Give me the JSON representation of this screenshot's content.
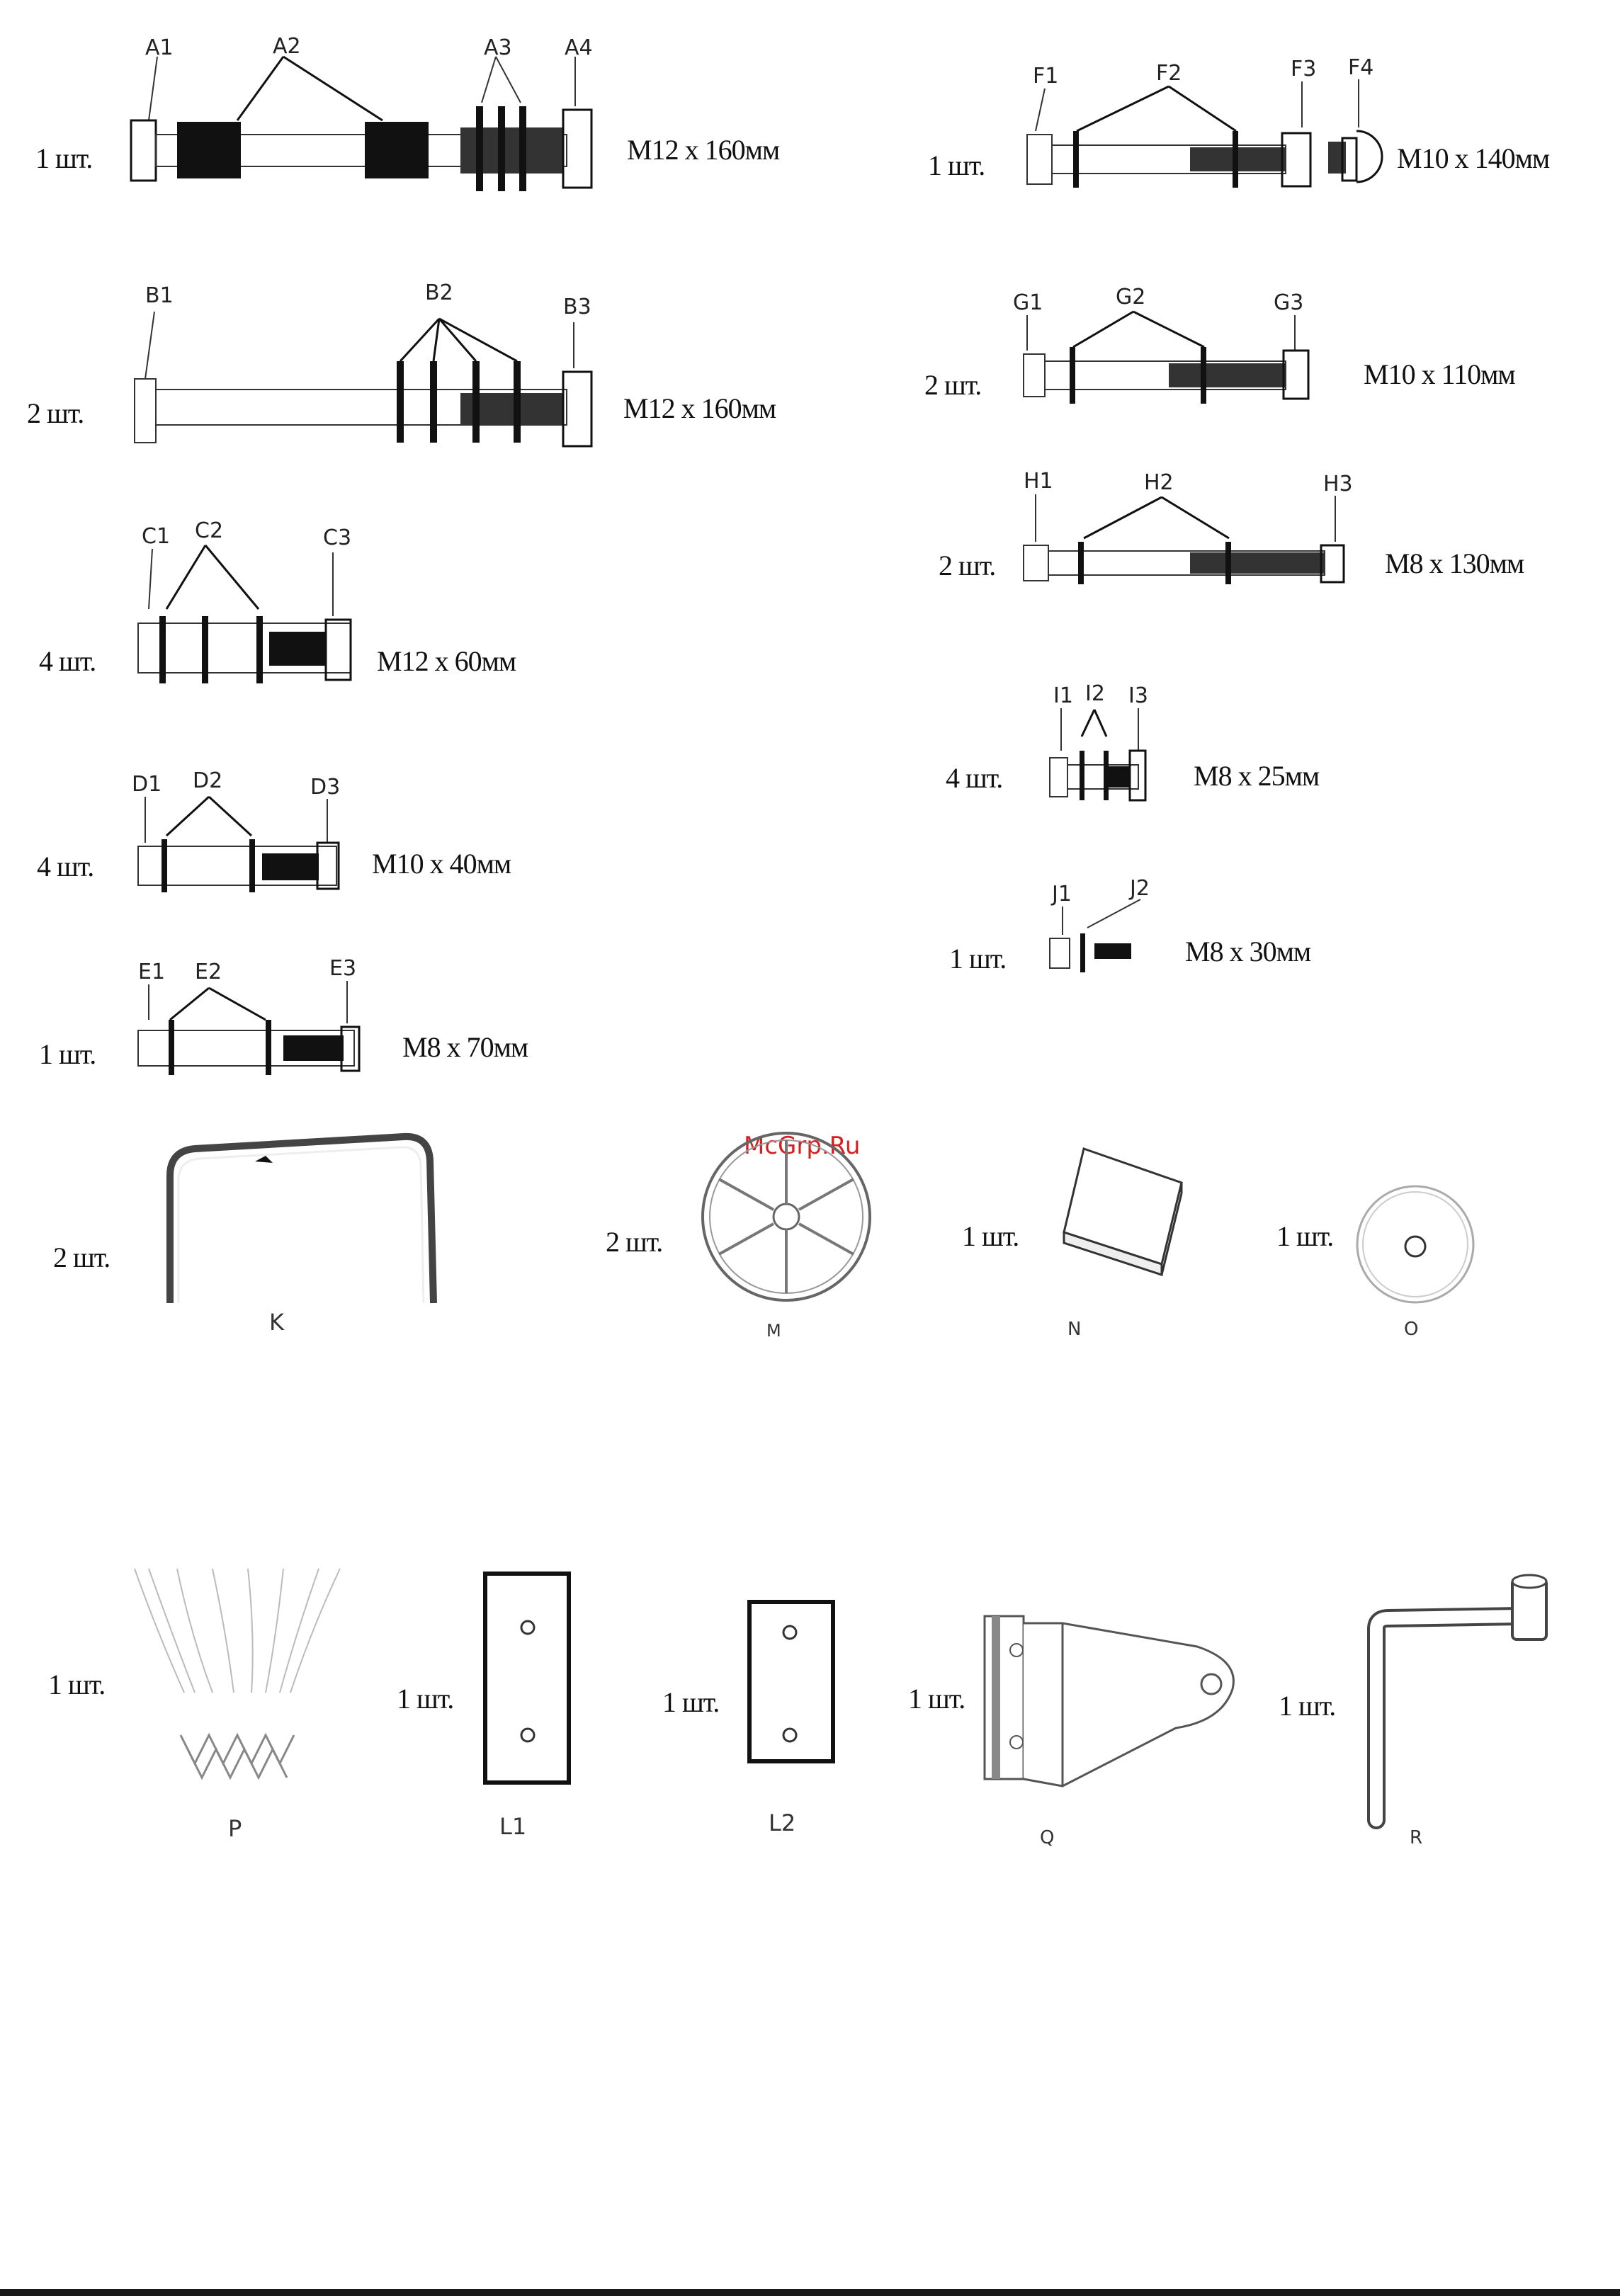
{
  "watermark": "McGrp.Ru",
  "bolts": [
    {
      "id": "A",
      "qty": "1 шт.",
      "spec": "M12 x 160мм",
      "labels": [
        "A1",
        "A2",
        "A3",
        "A4"
      ]
    },
    {
      "id": "B",
      "qty": "2 шт.",
      "spec": "M12 x 160мм",
      "labels": [
        "B1",
        "B2",
        "B3"
      ]
    },
    {
      "id": "C",
      "qty": "4 шт.",
      "spec": "M12 x 60мм",
      "labels": [
        "C1",
        "C2",
        "C3"
      ]
    },
    {
      "id": "D",
      "qty": "4 шт.",
      "spec": "M10 x 40мм",
      "labels": [
        "D1",
        "D2",
        "D3"
      ]
    },
    {
      "id": "E",
      "qty": "1 шт.",
      "spec": "M8 x 70мм",
      "labels": [
        "E1",
        "E2",
        "E3"
      ]
    },
    {
      "id": "F",
      "qty": "1 шт.",
      "spec": "M10 x 140мм",
      "labels": [
        "F1",
        "F2",
        "F3",
        "F4"
      ]
    },
    {
      "id": "G",
      "qty": "2 шт.",
      "spec": "M10 x 110мм",
      "labels": [
        "G1",
        "G2",
        "G3"
      ]
    },
    {
      "id": "H",
      "qty": "2 шт.",
      "spec": "M8 x 130мм",
      "labels": [
        "H1",
        "H2",
        "H3"
      ]
    },
    {
      "id": "I",
      "qty": "4 шт.",
      "spec": "M8 x 25мм",
      "labels": [
        "I1",
        "I2",
        "I3"
      ]
    },
    {
      "id": "J",
      "qty": "1 шт.",
      "spec": "M8 x 30мм",
      "labels": [
        "J1",
        "J2"
      ]
    }
  ],
  "parts": [
    {
      "id": "K",
      "qty": "2 шт.",
      "caption": "K"
    },
    {
      "id": "M",
      "qty": "2 шт.",
      "caption": "M"
    },
    {
      "id": "N",
      "qty": "1 шт.",
      "caption": "N"
    },
    {
      "id": "O",
      "qty": "1 шт.",
      "caption": "O"
    },
    {
      "id": "P",
      "qty": "1 шт.",
      "caption": "P"
    },
    {
      "id": "L1",
      "qty": "1 шт.",
      "caption": "L1"
    },
    {
      "id": "L2",
      "qty": "1 шт.",
      "caption": "L2"
    },
    {
      "id": "Q",
      "qty": "1 шт.",
      "caption": "Q"
    },
    {
      "id": "R",
      "qty": "1 шт.",
      "caption": "R"
    }
  ]
}
